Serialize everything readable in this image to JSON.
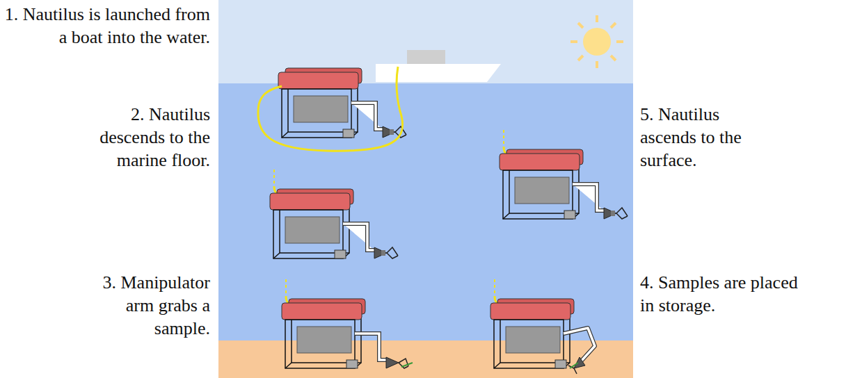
{
  "diagram": {
    "labels": [
      "1. Nautilus is launched from a boat into the water.",
      "2. Nautilus descends to the marine floor.",
      "3. Manipulator arm grabs a sample.",
      "4. Samples are placed in storage.",
      "5. Nautilus ascends to the surface."
    ]
  }
}
